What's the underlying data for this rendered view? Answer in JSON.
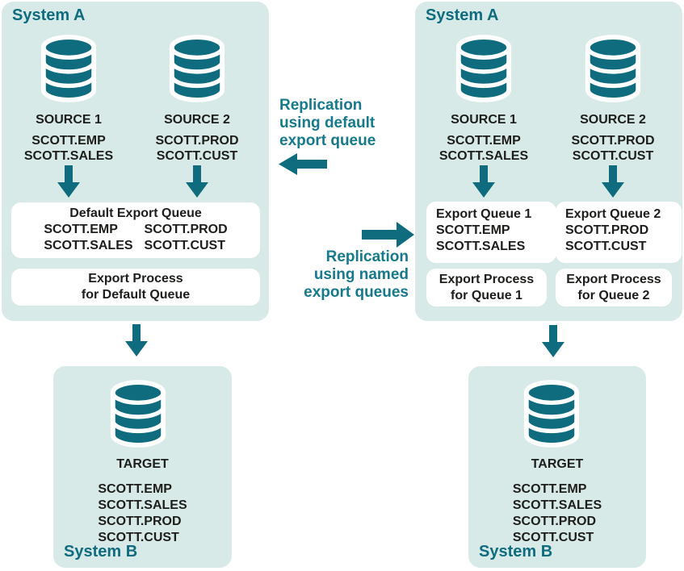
{
  "colors": {
    "teal_shapes": "#0f6c7e",
    "teal_route_labels": "#17798c",
    "panel_background": "#d8eae7",
    "box_background": "#ffffff",
    "text": "#1d1d1b"
  },
  "left": {
    "system_a": {
      "title": "System A",
      "sources": [
        {
          "label": "SOURCE 1",
          "tables": [
            "SCOTT.EMP",
            "SCOTT.SALES"
          ]
        },
        {
          "label": "SOURCE 2",
          "tables": [
            "SCOTT.PROD",
            "SCOTT.CUST"
          ]
        }
      ],
      "queue_box": {
        "title": "Default Export Queue",
        "columns": [
          [
            "SCOTT.EMP",
            "SCOTT.SALES"
          ],
          [
            "SCOTT.PROD",
            "SCOTT.CUST"
          ]
        ]
      },
      "process_box": {
        "lines": [
          "Export Process",
          "for Default Queue"
        ]
      }
    },
    "system_b": {
      "title": "System B",
      "target_label": "TARGET",
      "tables": [
        "SCOTT.EMP",
        "SCOTT.SALES",
        "SCOTT.PROD",
        "SCOTT.CUST"
      ]
    }
  },
  "middle": {
    "default_route": {
      "lines": [
        "Replication",
        "using default",
        "export queue"
      ]
    },
    "named_route": {
      "lines": [
        "Replication",
        "using named",
        "export queues"
      ]
    }
  },
  "right": {
    "system_a": {
      "title": "System A",
      "sources": [
        {
          "label": "SOURCE 1",
          "tables": [
            "SCOTT.EMP",
            "SCOTT.SALES"
          ]
        },
        {
          "label": "SOURCE 2",
          "tables": [
            "SCOTT.PROD",
            "SCOTT.CUST"
          ]
        }
      ],
      "queues": [
        {
          "title": "Export Queue 1",
          "tables": [
            "SCOTT.EMP",
            "SCOTT.SALES"
          ]
        },
        {
          "title": "Export Queue 2",
          "tables": [
            "SCOTT.PROD",
            "SCOTT.CUST"
          ]
        }
      ],
      "processes": [
        {
          "lines": [
            "Export Process",
            "for Queue 1"
          ]
        },
        {
          "lines": [
            "Export Process",
            "for Queue 2"
          ]
        }
      ]
    },
    "system_b": {
      "title": "System B",
      "target_label": "TARGET",
      "tables": [
        "SCOTT.EMP",
        "SCOTT.SALES",
        "SCOTT.PROD",
        "SCOTT.CUST"
      ]
    }
  }
}
